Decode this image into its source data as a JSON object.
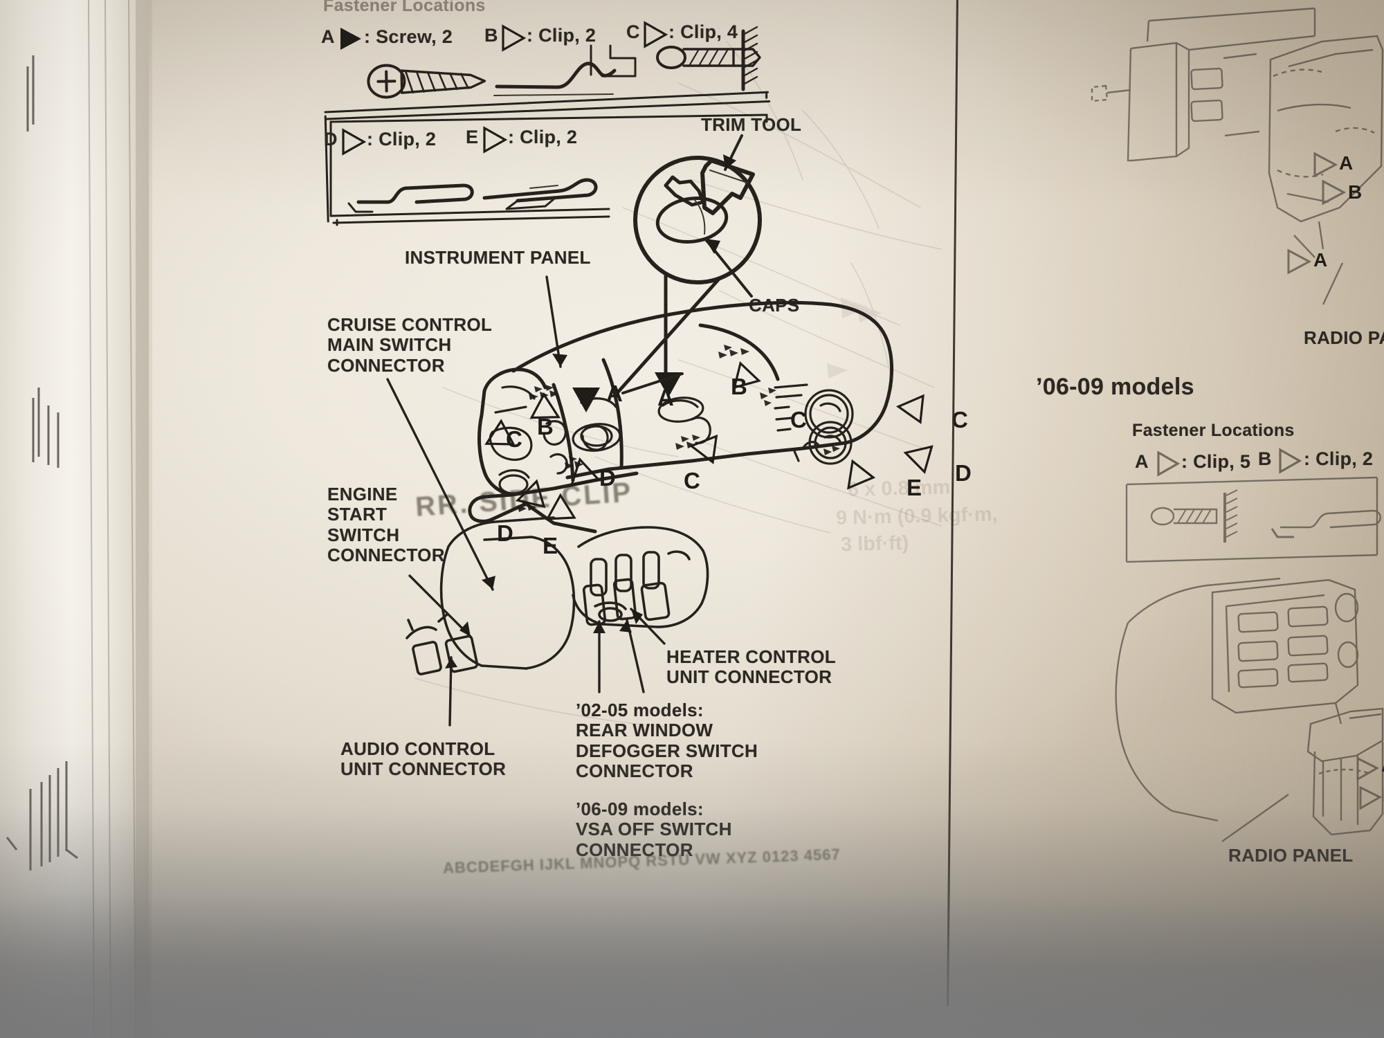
{
  "document": {
    "kind": "automotive-service-manual-page-photo",
    "left_panel": {
      "fastener_heading": "Fastener Locations",
      "fasteners": [
        {
          "key": "A",
          "marker": "filled-triangle",
          "text": ": Screw, 2"
        },
        {
          "key": "B",
          "marker": "hollow-triangle",
          "text": ": Clip, 2"
        },
        {
          "key": "C",
          "marker": "hollow-triangle",
          "text": ": Clip, 4"
        },
        {
          "key": "D",
          "marker": "hollow-triangle",
          "text": ": Clip, 2"
        },
        {
          "key": "E",
          "marker": "hollow-triangle",
          "text": ": Clip, 2"
        }
      ],
      "callouts": [
        {
          "id": "trim-tool",
          "text": "TRIM TOOL"
        },
        {
          "id": "caps",
          "text": "CAPS"
        },
        {
          "id": "instrument-panel",
          "text": "INSTRUMENT PANEL"
        },
        {
          "id": "cruise-control",
          "text": "CRUISE CONTROL\nMAIN SWITCH\nCONNECTOR"
        },
        {
          "id": "engine-start",
          "text": "ENGINE\nSTART\nSWITCH\nCONNECTOR"
        },
        {
          "id": "audio-control",
          "text": "AUDIO CONTROL\nUNIT CONNECTOR"
        },
        {
          "id": "heater-control",
          "text": "HEATER CONTROL\nUNIT CONNECTOR"
        },
        {
          "id": "defogger-switch",
          "text": "’02-05 models:\nREAR WINDOW\nDEFOGGER SWITCH\nCONNECTOR"
        },
        {
          "id": "vsa-off-switch",
          "text": "’06-09 models:\nVSA OFF SWITCH\nCONNECTOR"
        }
      ],
      "diagram_markers": [
        "B",
        "C",
        "A",
        "A",
        "B",
        "C",
        "C",
        "C",
        "D",
        "D",
        "E",
        "E"
      ]
    },
    "right_panel": {
      "section_title": "’06-09 models",
      "fastener_heading": "Fastener Locations",
      "fasteners": [
        {
          "key": "A",
          "marker": "hollow-triangle",
          "text": ": Clip, 5"
        },
        {
          "key": "B",
          "marker": "hollow-triangle",
          "text": ": Clip, 2"
        }
      ],
      "callouts": [
        {
          "id": "radio-panel-top",
          "text": "RADIO PANEL"
        },
        {
          "id": "radio-panel-bottom",
          "text": "RADIO PANEL"
        }
      ],
      "diagram_markers": [
        "A",
        "B",
        "A",
        "A",
        "B"
      ]
    },
    "bleed_through": {
      "torque_line1": "6 x 0.8 mm",
      "torque_line2": "9 N·m (0.9 kgf·m,",
      "torque_line3": "3 lbf·ft)"
    },
    "colors": {
      "ink": "#241f1a",
      "paper": "#efe9de",
      "paper_shadow": "#ded6c8",
      "desk": "#8a8c90"
    }
  }
}
